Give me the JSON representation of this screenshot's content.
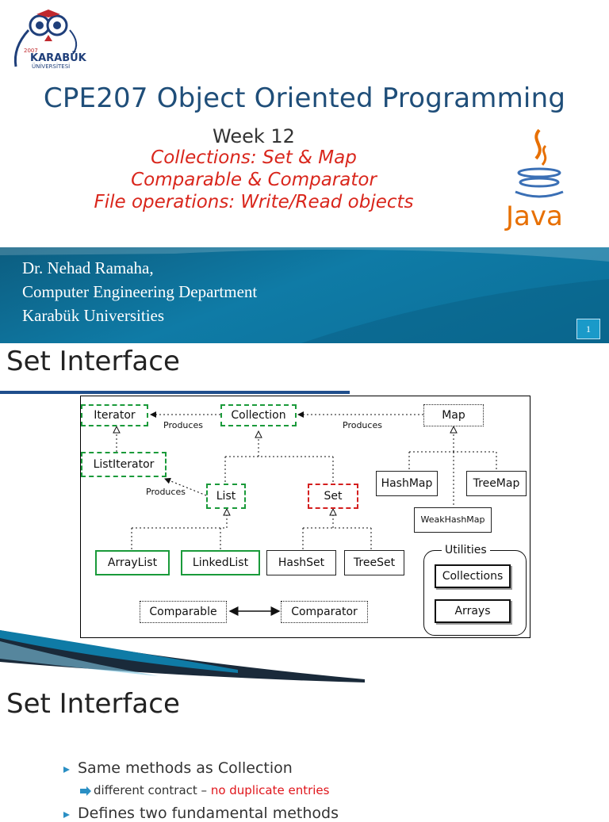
{
  "slide1": {
    "logo_text": "KARABÜK",
    "logo_subtext": "ÜNİVERSİTESİ",
    "logo_year": "2007",
    "title": "CPE207 Object Oriented Programming",
    "week": "Week 12",
    "subtitles": [
      "Collections: Set & Map",
      "Comparable & Comparator",
      "File operations: Write/Read objects"
    ],
    "java_label": "Java",
    "author_lines": [
      "Dr. Nehad Ramaha,",
      "Computer Engineering Department",
      "Karabük Universities"
    ],
    "page_number": "1",
    "colors": {
      "title": "#1f4e79",
      "subtitle": "#d9261c",
      "banner": "#0f7ba6",
      "java": "#e76f00"
    }
  },
  "slide2": {
    "title": "Set Interface",
    "diagram": {
      "iterator": "Iterator",
      "collection": "Collection",
      "map": "Map",
      "list_iterator": "ListIterator",
      "list": "List",
      "set": "Set",
      "hashmap": "HashMap",
      "treemap": "TreeMap",
      "weakhashmap": "WeakHashMap",
      "arraylist": "ArrayList",
      "linkedlist": "LinkedList",
      "hashset": "HashSet",
      "treeset": "TreeSet",
      "utilities": "Utilities",
      "collections": "Collections",
      "arrays": "Arrays",
      "comparable": "Comparable",
      "comparator": "Comparator",
      "produces_1": "Produces",
      "produces_2": "Produces",
      "produces_3": "Produces"
    }
  },
  "slide3": {
    "title": "Set Interface",
    "bullets": [
      {
        "text": "Same methods as Collection"
      },
      {
        "text_prefix": "different contract – ",
        "text_highlight": "no duplicate entries"
      },
      {
        "text": "Defines two fundamental methods"
      }
    ],
    "colors": {
      "highlight": "#e0161c"
    }
  }
}
